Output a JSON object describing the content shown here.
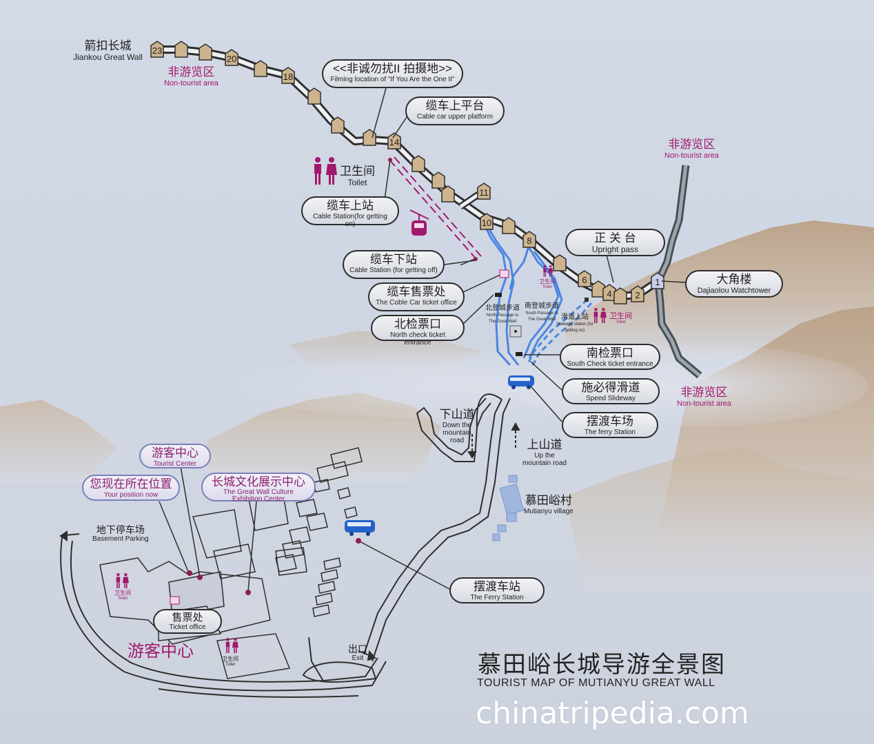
{
  "map": {
    "title_zh": "慕田峪长城导游全景图",
    "title_en": "TOURIST MAP OF MUTIANYU GREAT WALL",
    "watermark": "chinatripedia.com",
    "colors": {
      "wall": "#2e2e2e",
      "path": "#4a86e0",
      "cable": "#a2186d",
      "magenta": "#a2186d",
      "box_border": "#2b2b2b"
    },
    "towers": [
      "23",
      "20",
      "18",
      "14",
      "11",
      "10",
      "8",
      "6",
      "4",
      "2",
      "1"
    ],
    "labels": {
      "jiankou": {
        "zh": "箭扣长城",
        "en": "Jiankou Great Wall"
      },
      "nontour_nw": {
        "zh": "非游览区",
        "en": "Non-tourist area"
      },
      "nontour_ne": {
        "zh": "非游览区",
        "en": "Non-tourist area"
      },
      "nontour_e": {
        "zh": "非游览区",
        "en": "Non-tourist area"
      },
      "filming": {
        "zh": "<<非诚勿扰II 拍摄地>>",
        "en": "Filming location of \"If You Are the One II\""
      },
      "cable_upper": {
        "zh": "缆车上平台",
        "en": "Cable car upper platform"
      },
      "toilet_top": {
        "zh": "卫生间",
        "en": "Toilet"
      },
      "cable_on": {
        "zh": "缆车上站",
        "en": "Cable Station(for getting on)"
      },
      "cable_off": {
        "zh": "缆车下站",
        "en": "Cable Station (for getting off)"
      },
      "cable_ticket": {
        "zh": "缆车售票处",
        "en": "The Coble Car ticket office"
      },
      "north_check": {
        "zh": "北检票口",
        "en": "North check ticket entrance"
      },
      "upright": {
        "zh": "正 关 台",
        "en": "Upright pass"
      },
      "dajiaolou": {
        "zh": "大角楼",
        "en": "Dajiaolou  Watchtower"
      },
      "north_passage": {
        "zh": "北登城步道",
        "en": "North Passage to The Great Wall"
      },
      "south_passage": {
        "zh": "南登城步道",
        "en": "South Passage to The Great Wall"
      },
      "slideway_station": {
        "zh": "滑道上站",
        "en": "Slideway station (for getting on)"
      },
      "toilet_mid": {
        "zh": "卫生间",
        "en": "Toilet"
      },
      "toilet_small": {
        "zh": "卫生间",
        "en": "Toilet"
      },
      "south_check": {
        "zh": "南检票口",
        "en": "South Check ticket entrance"
      },
      "slideway": {
        "zh": "施必得滑道",
        "en": "Speed Slideway"
      },
      "ferry_yard": {
        "zh": "摆渡车场",
        "en": "The ferry Station"
      },
      "down_road": {
        "zh": "下山道",
        "en": "Down the mountain road"
      },
      "up_road": {
        "zh": "上山道",
        "en": "Up the mountain road"
      },
      "village": {
        "zh": "慕田峪村",
        "en": "Mutianyu village"
      },
      "tourist_center_box": {
        "zh": "游客中心",
        "en": "Tourist Center"
      },
      "you_are_here": {
        "zh": "您现在所在位置",
        "en": "Your position now"
      },
      "culture_center": {
        "zh": "长城文化展示中心",
        "en": "The Great Wall Culture Exhibition Center"
      },
      "basement": {
        "zh": "地下停车场",
        "en": "Basement Parking"
      },
      "toilet_left": {
        "zh": "卫生间",
        "en": "Toilet"
      },
      "ticket_office": {
        "zh": "售票处",
        "en": "Ticket office"
      },
      "tourist_center_big": {
        "zh": "游客中心"
      },
      "toilet_bottom": {
        "zh": "卫生间",
        "en": "Toilet"
      },
      "exit": {
        "zh": "出口",
        "en": "Exit"
      },
      "ferry_station": {
        "zh": "摆渡车站",
        "en": "The Ferry Station"
      }
    }
  }
}
